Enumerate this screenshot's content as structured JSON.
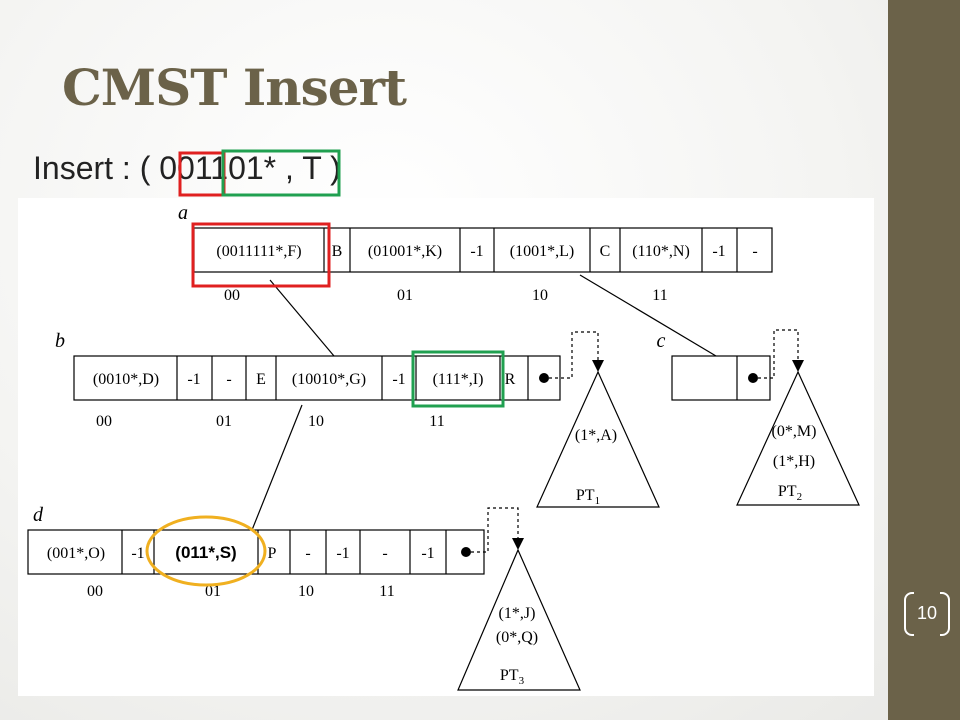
{
  "slide": {
    "title": "CMST Insert",
    "subtitle": "Insert : ( 001101* , T )",
    "page_number": "10"
  },
  "colors": {
    "accent": "#6b6249",
    "red_box": "#e02020",
    "green_box": "#20a050",
    "ellipse": "#f0b020"
  },
  "nodes": {
    "a": {
      "label": "a",
      "cells": [
        "(0011111*,F)",
        "B",
        "(01001*,K)",
        "-1",
        "(1001*,L)",
        "C",
        "(110*,N)",
        "-1",
        "-"
      ],
      "indices": [
        "00",
        "01",
        "10",
        "11"
      ]
    },
    "b": {
      "label": "b",
      "cells": [
        "(0010*,D)",
        "-1",
        "-",
        "E",
        "(10010*,G)",
        "-1",
        "(111*,I)",
        "R"
      ],
      "indices": [
        "00",
        "01",
        "10",
        "11"
      ]
    },
    "c": {
      "label": "c"
    },
    "d": {
      "label": "d",
      "cells": [
        "(001*,O)",
        "-1",
        "(011*,S)",
        "P",
        "-",
        "-1",
        "-",
        "-1"
      ],
      "indices": [
        "00",
        "01",
        "10",
        "11"
      ]
    }
  },
  "trees": {
    "pt1": {
      "entries": [
        "(1*,A)"
      ],
      "name": "PT",
      "sub": "1"
    },
    "pt2": {
      "entries": [
        "(0*,M)",
        "(1*,H)"
      ],
      "name": "PT",
      "sub": "2"
    },
    "pt3": {
      "entries": [
        "(1*,J)",
        "(0*,Q)"
      ],
      "name": "PT",
      "sub": "3"
    }
  }
}
